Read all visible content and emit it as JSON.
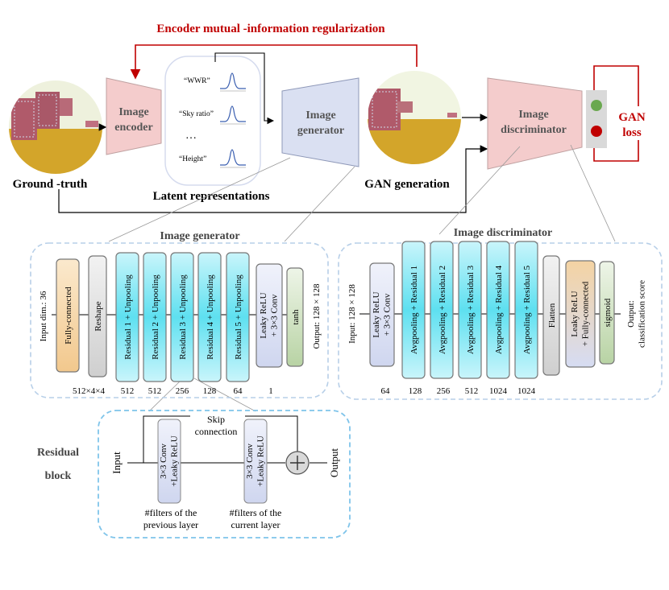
{
  "title": "Encoder mutual -information regularization",
  "top": {
    "ground_truth": "Ground -truth",
    "image_encoder": [
      "Image",
      "encoder"
    ],
    "latent_representations": "Latent representations",
    "latent_items": [
      "“WWR”",
      "“Sky ratio”",
      "…",
      "“Height”"
    ],
    "image_generator": [
      "Image",
      "generator"
    ],
    "gan_generation": "GAN generation",
    "image_discriminator": [
      "Image",
      "discriminator"
    ],
    "gan_loss": [
      "GAN",
      "loss"
    ]
  },
  "generator": {
    "title": "Image generator",
    "input": "Input dim.: 36",
    "output": "Output: 128 × 128",
    "blocks": [
      "Fully-connected",
      "Reshape",
      "Residual 1 + Unpooling",
      "Residual 2 + Unpooling",
      "Residual 3 + Unpooling",
      "Residual 4 + Unpooling",
      "Residual 5 + Unpooling",
      "Leaky ReLU|+ 3×3 Conv",
      "tanh"
    ],
    "sizes": [
      "512×4×4",
      "512",
      "512",
      "256",
      "128",
      "64",
      "1"
    ]
  },
  "discriminator": {
    "title": "Image discriminator",
    "input": "Input: 128 × 128",
    "output": "Output:|classification score",
    "blocks": [
      "Leaky ReLU|+ 3×3 Conv",
      "Avgpooling + Residual 1",
      "Avgpooling + Residual 2",
      "Avgpooling + Residual 3",
      "Avgpooling + Residual 4",
      "Avgpooling + Residual 5",
      "Flatten",
      "Leaky ReLU|+ Fully-connected",
      "sigmoid"
    ],
    "sizes": [
      "64",
      "128",
      "256",
      "512",
      "1024",
      "1024"
    ]
  },
  "residual": {
    "title": [
      "Residual",
      "block"
    ],
    "input": "Input",
    "output": "Output",
    "skip": [
      "Skip",
      "connection"
    ],
    "conv1": "3×3 Conv|+Leaky ReLU",
    "conv2": "3×3 Conv|+Leaky ReLU",
    "note1": [
      "#filters of the",
      "previous layer"
    ],
    "note2": [
      "#filters of the",
      "current layer"
    ]
  },
  "colors": {
    "red": "#c00000",
    "pink": "#f4cccc",
    "lavender": "#dae0f2",
    "cyan": "#5ee0f0",
    "gray": "#d9d9d9",
    "tan": "#f6d7a7",
    "green": "#c5dbb5",
    "dash": "#b7cfe8",
    "skipblue": "#7fc4ea"
  }
}
